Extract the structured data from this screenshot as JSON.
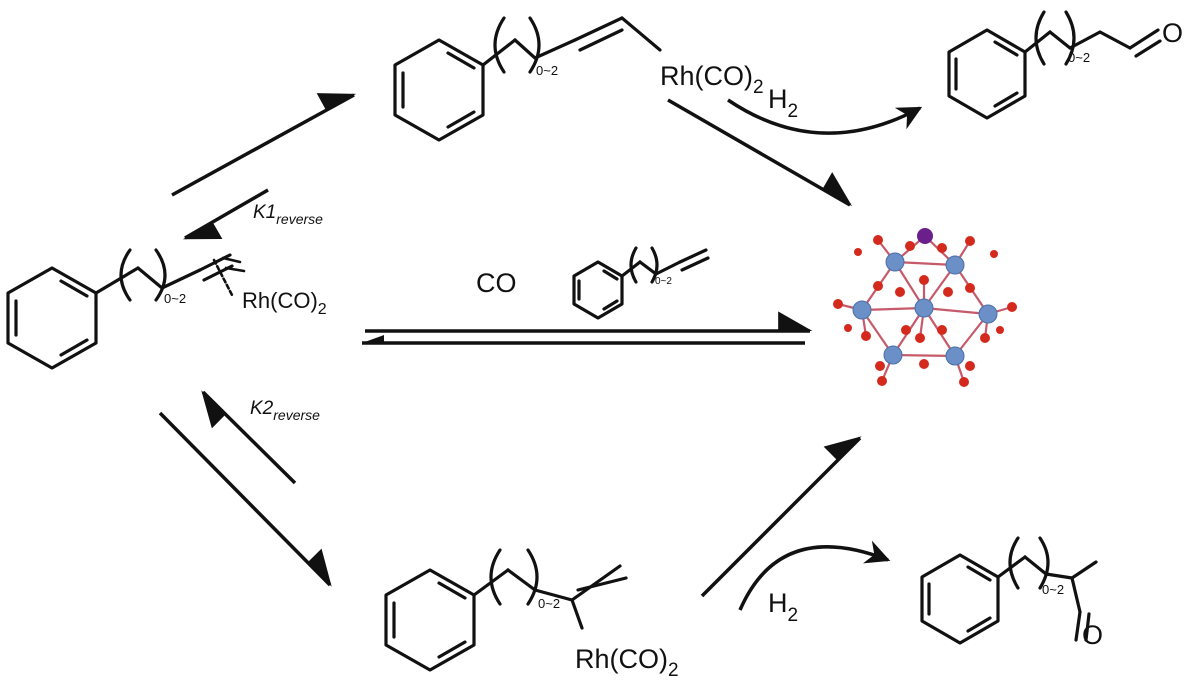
{
  "labels": {
    "rh_species": "Rh(CO)",
    "rh_sub": "2",
    "repeat_range": "0~2",
    "h2_top": "H",
    "h2_top_sub": "2",
    "h2_bottom": "H",
    "h2_bottom_sub": "2",
    "co": "CO",
    "k1_main": "K1",
    "k1_sub": "reverse",
    "k2_main": "K2",
    "k2_sub": "reverse",
    "aldehyde_o": "O"
  },
  "colors": {
    "ink": "#111111",
    "rh_atom": "#6b8fc7",
    "o_atom": "#d42a1e",
    "heteroatom": "#6a1f8a",
    "bond_cluster": "#c65a6a"
  }
}
